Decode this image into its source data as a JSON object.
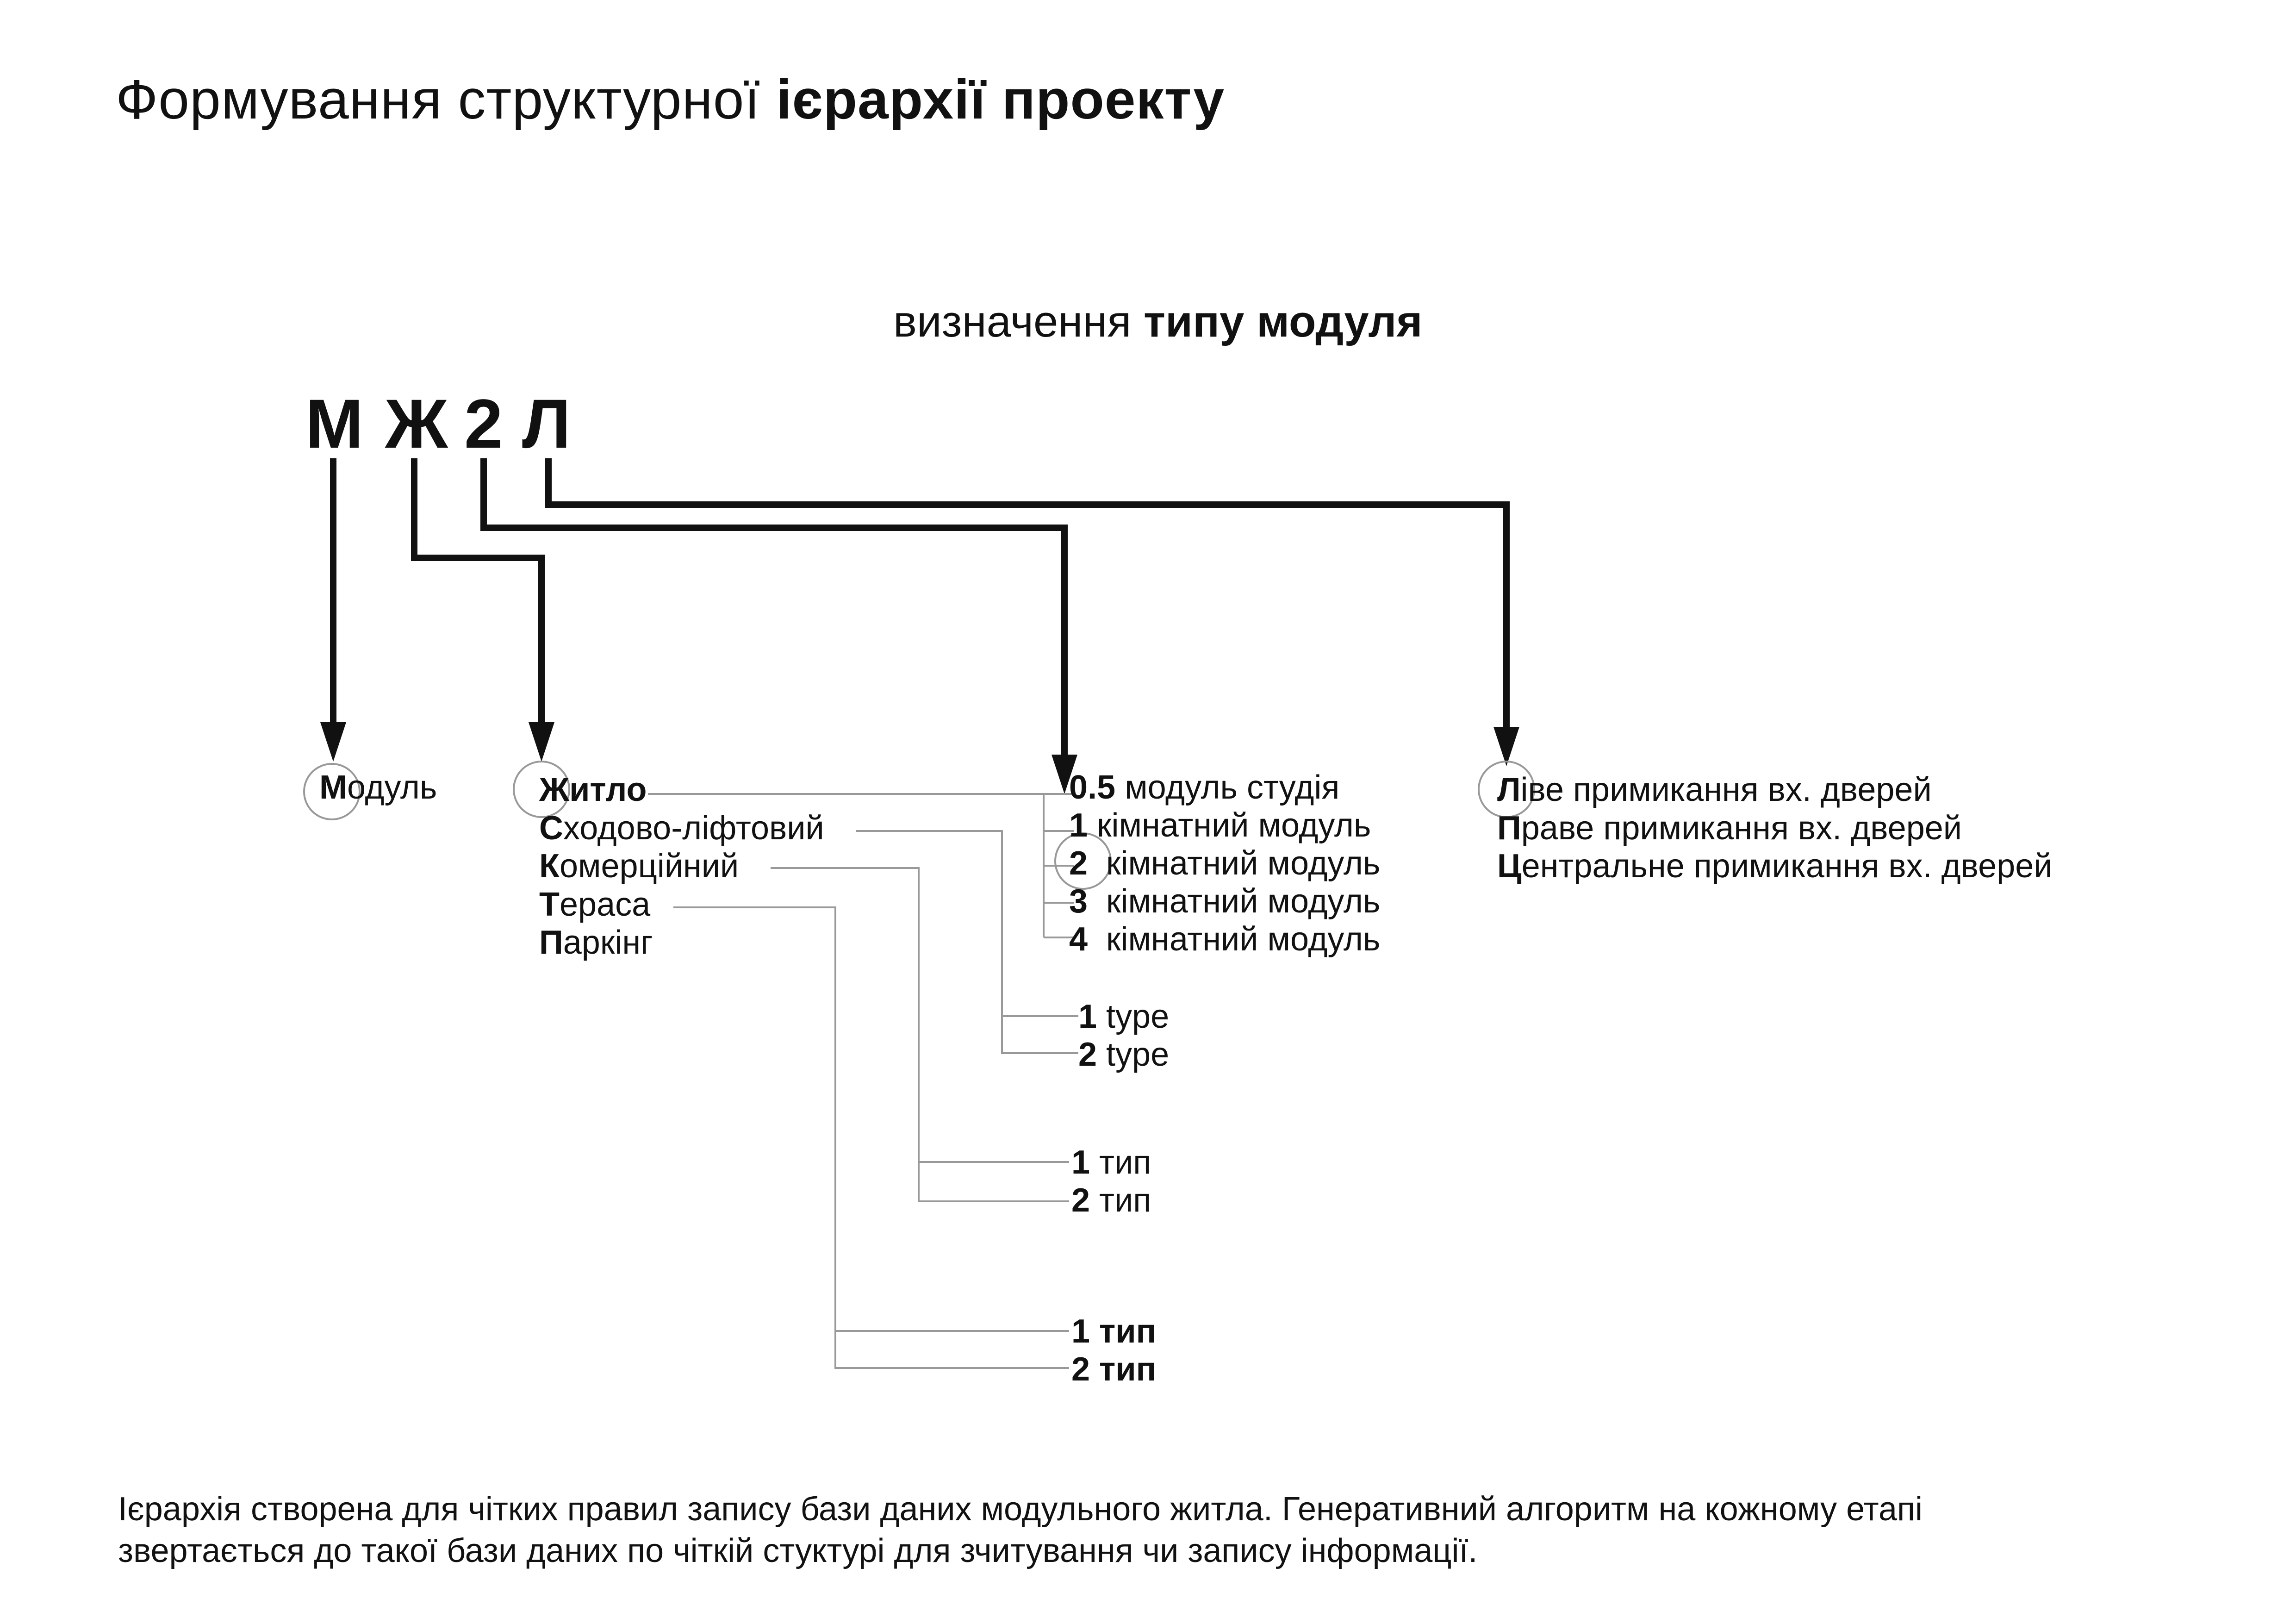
{
  "title": {
    "normal": "Формування структурної ",
    "bold": "ієрархії проекту"
  },
  "subtitle": {
    "normal": "визначення ",
    "bold": "типу модуля"
  },
  "code": [
    "М",
    "Ж",
    "2",
    "Л"
  ],
  "module": {
    "initial": "М",
    "rest": "одуль"
  },
  "functions": [
    {
      "initial": "Ж",
      "rest": "итло"
    },
    {
      "initial": "С",
      "rest": "ходово-ліфтовий"
    },
    {
      "initial": "К",
      "rest": "омерційний"
    },
    {
      "initial": "Т",
      "rest": "ераса"
    },
    {
      "initial": "П",
      "rest": "аркінг"
    }
  ],
  "rooms": [
    {
      "num": "0.5",
      "text": " модуль студія"
    },
    {
      "num": "1",
      "text": " кімнатний модуль"
    },
    {
      "num": "2",
      "text": "  кімнатний модуль"
    },
    {
      "num": "3",
      "text": "  кімнатний модуль"
    },
    {
      "num": "4",
      "text": "  кімнатний модуль"
    }
  ],
  "stair_types": [
    {
      "num": "1",
      "text": " type"
    },
    {
      "num": "2",
      "text": " type"
    }
  ],
  "commercial_types": [
    {
      "num": "1",
      "text": " тип"
    },
    {
      "num": "2",
      "text": " тип"
    }
  ],
  "terrace_types": [
    {
      "num": "1",
      "text": " тип"
    },
    {
      "num": "2",
      "text": " тип"
    }
  ],
  "doors": [
    {
      "initial": "Л",
      "rest": "іве примикання вх. дверей"
    },
    {
      "initial": "П",
      "rest": "раве примикання вх. дверей"
    },
    {
      "initial": "Ц",
      "rest": "ентральне примикання вх. дверей"
    }
  ],
  "footer": {
    "line1": "Ієрархія створена для чітких правил запису бази даних модульного житла. Генеративний алгоритм на кожному етапі",
    "line2": "звертається до такої бази даних по чіткій стуктурі для зчитування чи запису інформації."
  }
}
